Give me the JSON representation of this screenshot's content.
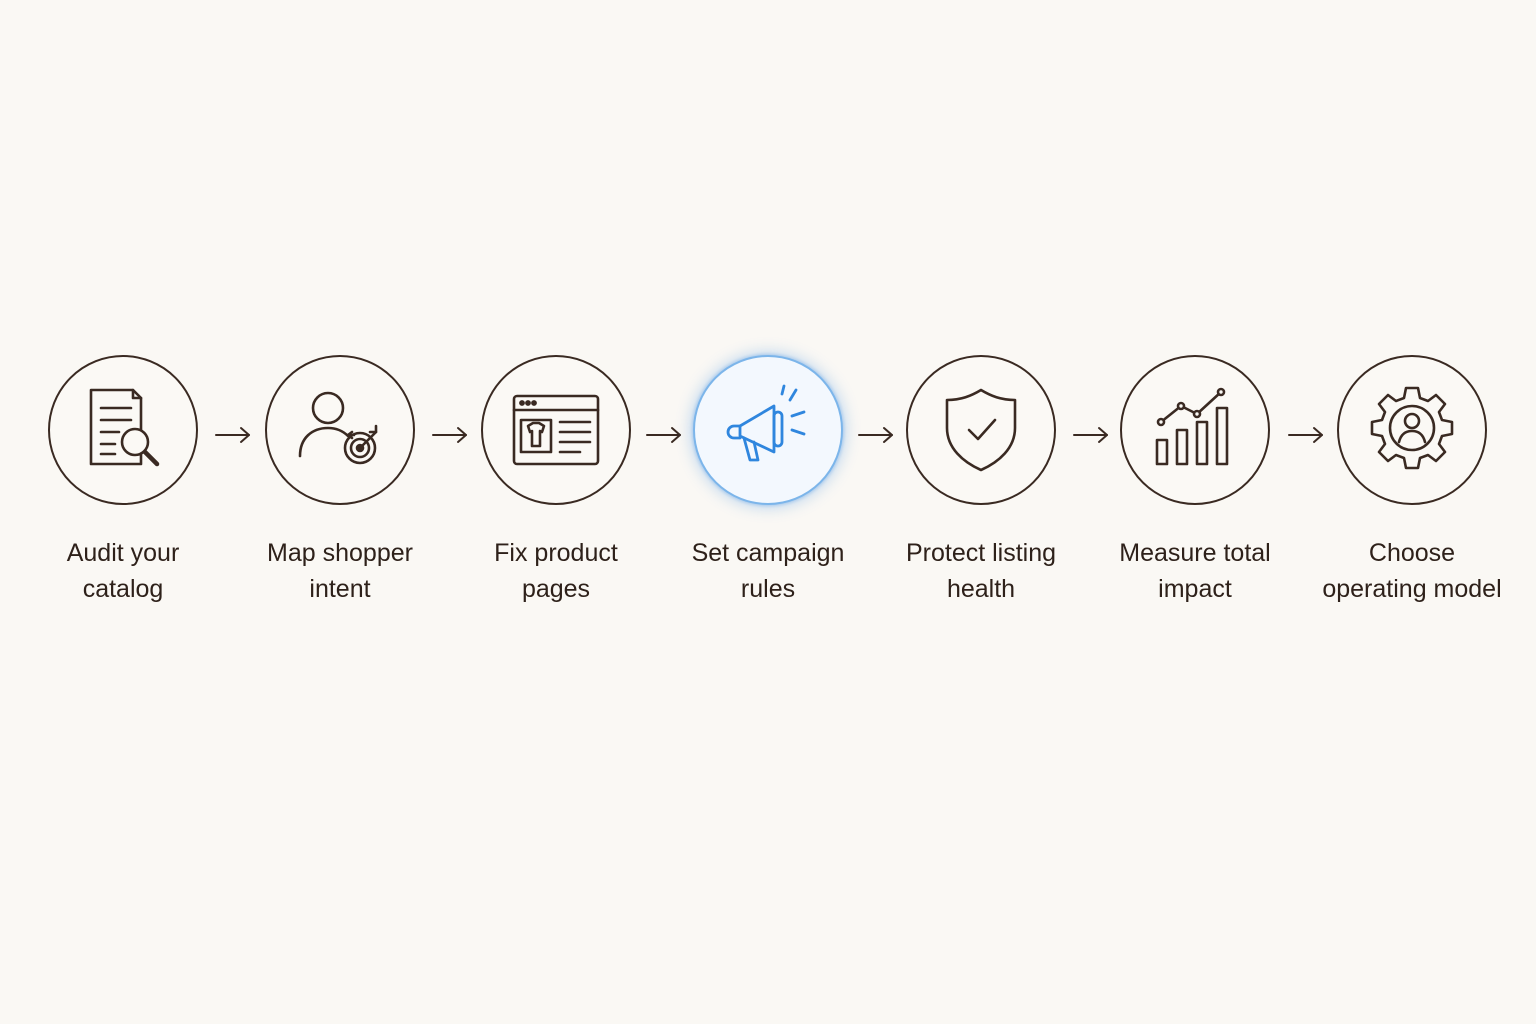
{
  "steps": [
    {
      "id": "audit",
      "line1": "Audit your",
      "line2": "catalog",
      "icon": "document-search-icon",
      "active": false
    },
    {
      "id": "map",
      "line1": "Map shopper",
      "line2": "intent",
      "icon": "person-target-icon",
      "active": false
    },
    {
      "id": "fix",
      "line1": "Fix product",
      "line2": "pages",
      "icon": "product-page-icon",
      "active": false
    },
    {
      "id": "campaign",
      "line1": "Set campaign",
      "line2": "rules",
      "icon": "megaphone-icon",
      "active": true
    },
    {
      "id": "protect",
      "line1": "Protect listing",
      "line2": "health",
      "icon": "shield-check-icon",
      "active": false
    },
    {
      "id": "measure",
      "line1": "Measure total",
      "line2": "impact",
      "icon": "bar-chart-trend-icon",
      "active": false
    },
    {
      "id": "choose",
      "line1": "Choose",
      "line2": "operating model",
      "icon": "gear-person-icon",
      "active": false
    }
  ],
  "colors": {
    "stroke": "#3a2a22",
    "active_stroke": "#2f86de",
    "active_ring": "#7cb5ea",
    "background": "#faf8f4"
  }
}
